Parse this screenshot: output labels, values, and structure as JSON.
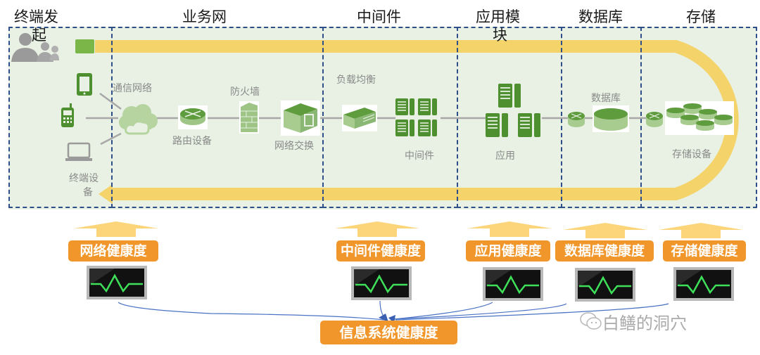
{
  "zones": {
    "terminal": {
      "title": "终端发",
      "title_line2": "起"
    },
    "business_network": {
      "title": "业务网"
    },
    "middleware": {
      "title": "中间件"
    },
    "app_module": {
      "title": "应用模",
      "title_line2": "块"
    },
    "database": {
      "title": "数据库"
    },
    "storage": {
      "title": "存储"
    }
  },
  "devices": {
    "comm_network": "通信网络",
    "firewall": "防火墙",
    "router": "路由设备",
    "switch": "网络交换",
    "load_balancer": "负载均衡",
    "middleware": "中间件",
    "application": "应用",
    "database": "数据库",
    "storage_devices": "存储设备",
    "terminal_devices_line1": "终端设",
    "terminal_devices_line2": "备"
  },
  "health": {
    "network": "网络健康度",
    "middleware": "中间件健康度",
    "application": "应用健康度",
    "database": "数据库健康度",
    "storage": "存储健康度",
    "overall": "信息系统健康度"
  },
  "watermark": "白鳝的洞穴",
  "colors": {
    "zone_border": "#2e4e8a",
    "panel_bg": "#e8f1e3",
    "flow_band": "#f4d46a",
    "device_green": "#4e8f2f",
    "health_orange": "#f0962a",
    "arrow_yellow": "#fcd57a",
    "pulse_green": "#3ee05a",
    "connector_blue": "#4a72c4"
  },
  "icons": [
    "users-icon",
    "start-block-icon",
    "tablet-icon",
    "cellphone-icon",
    "laptop-icon",
    "cloud-icon",
    "router-icon",
    "firewall-icon",
    "switch-icon",
    "load-balancer-icon",
    "server-icon",
    "database-icon",
    "storage-cluster-icon",
    "monitor-pulse-icon",
    "up-arrow-icon",
    "wechat-icon"
  ]
}
